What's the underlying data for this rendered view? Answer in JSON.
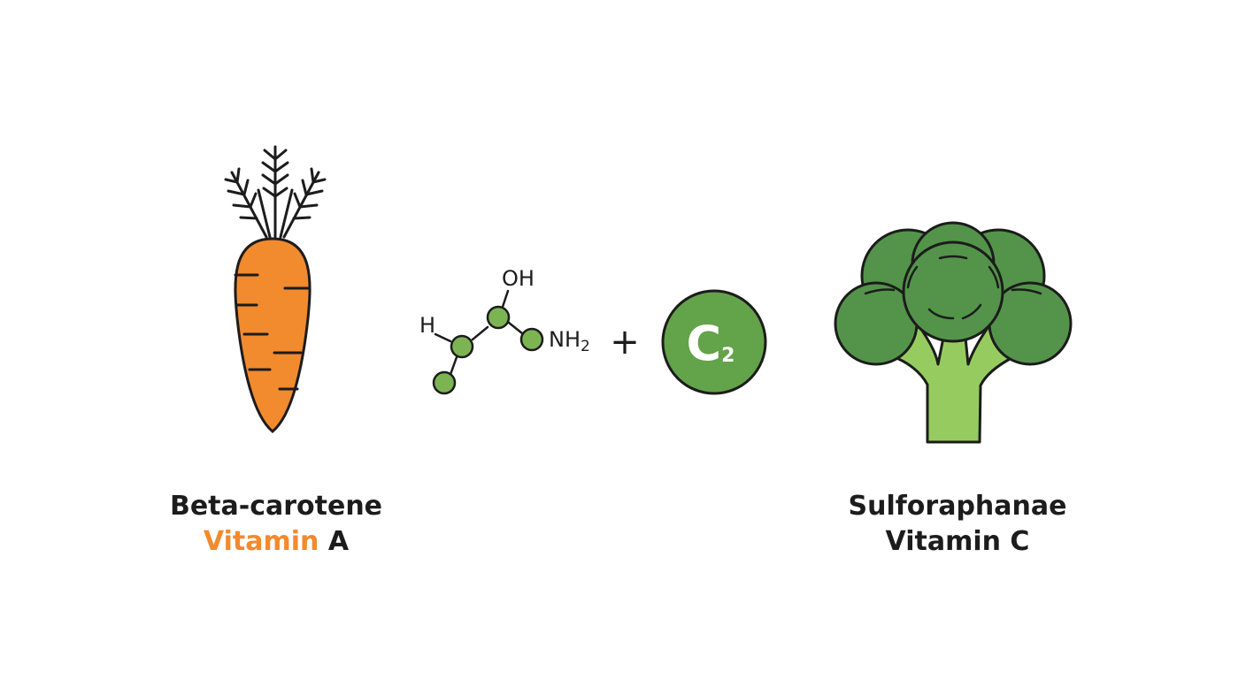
{
  "carrot": {
    "line1": "Beta-carotene",
    "line2_accent": "Vitamin",
    "line2_rest": "A"
  },
  "broccoli": {
    "line1": "Sulforaphanae",
    "line2": "Vitamin C"
  },
  "molecule": {
    "atom_h": "H",
    "atom_oh": "OH",
    "atom_nh2": "NH",
    "atom_nh2_sub": "2"
  },
  "operator": "+",
  "badge": {
    "letter": "C",
    "subscript": "2"
  },
  "colors": {
    "carrot_orange": "#f28a2e",
    "molecule_green": "#7db453",
    "badge_green": "#63a349",
    "broccoli_head": "#53944a",
    "broccoli_stem": "#96cc5f",
    "outline": "#1c1c1c"
  }
}
